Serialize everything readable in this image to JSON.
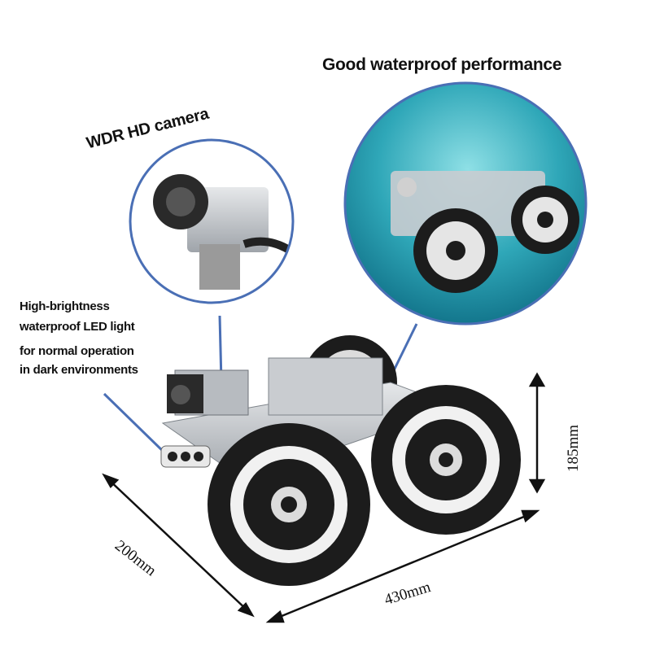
{
  "callouts": {
    "waterproof_title": "Good waterproof performance",
    "camera_title": "WDR HD camera",
    "led_lines": [
      "High-brightness",
      "waterproof LED light",
      "for normal operation",
      "in dark environments"
    ]
  },
  "dimensions": {
    "width": "200mm",
    "length": "430mm",
    "height": "185mm"
  },
  "colors": {
    "callout_ring": "#4a6fb5",
    "water": "#2fa7b8",
    "chassis": "#c9ccd0",
    "tire": "#1c1c1c"
  }
}
